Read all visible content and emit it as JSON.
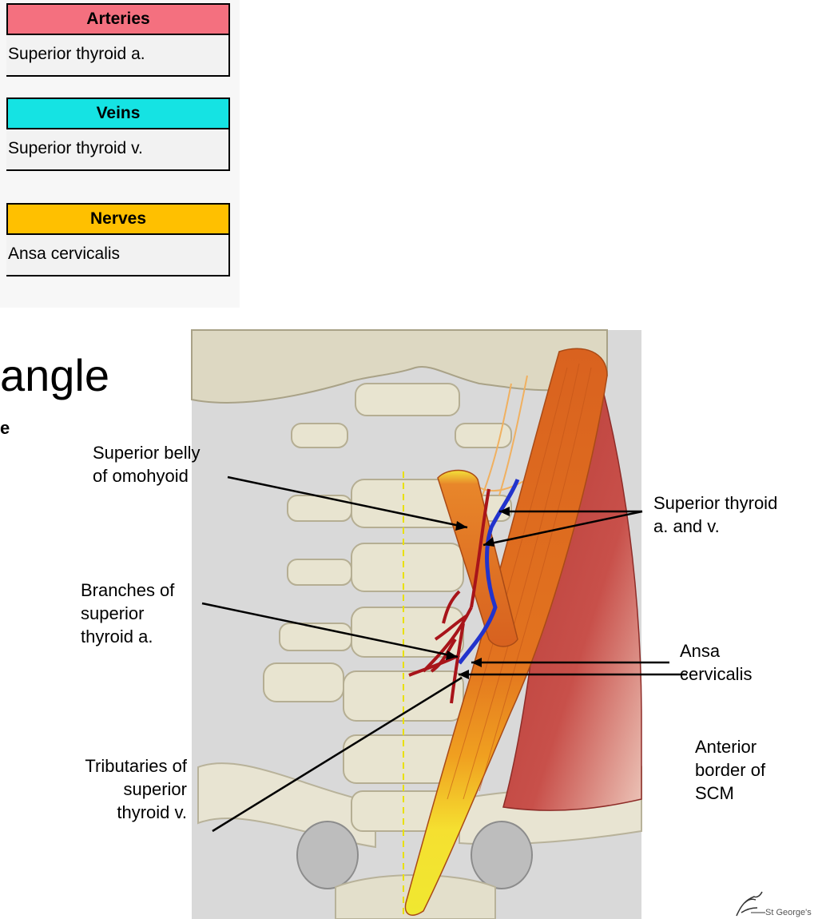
{
  "legend": {
    "arteries": {
      "title": "Arteries",
      "item": "Superior thyroid a.",
      "color": "#f4707f"
    },
    "veins": {
      "title": "Veins",
      "item": "Superior thyroid v.",
      "color": "#15e3e3"
    },
    "nerves": {
      "title": "Nerves",
      "item": "Ansa cervicalis",
      "color": "#ffc000"
    }
  },
  "slide": {
    "title": "angle",
    "subtitle": "e"
  },
  "labels": {
    "superior_belly": "Superior belly\nof omohyoid",
    "branches": "Branches of\nsuperior\nthyroid a.",
    "tributaries": "Tributaries of\nsuperior\nthyroid v.",
    "sup_thyroid_av": "Superior thyroid\na. and v.",
    "ansa": "Ansa\ncervicalis",
    "anterior_border": "Anterior\nborder of\nSCM"
  },
  "logo": {
    "text": "St George's"
  }
}
